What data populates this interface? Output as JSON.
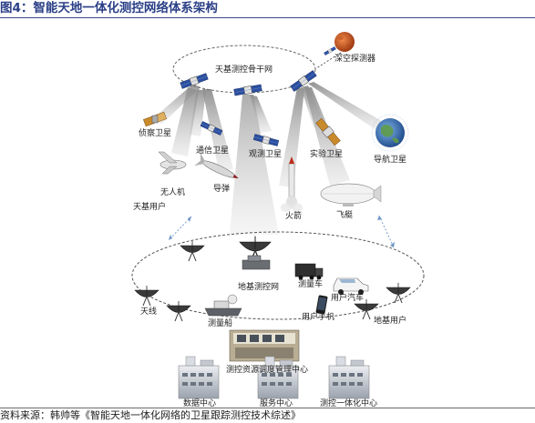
{
  "title": "图4：智能天地一体化测控网络体系架构",
  "source": "资料来源：韩帅等《智能天地一体化网络的卫星跟踪测控技术综述》",
  "labels": {
    "space_backbone": "天基测控骨干网",
    "deep_space": "深空探测器",
    "recon_sat": "侦察卫星",
    "comm_sat": "通信卫星",
    "obs_sat": "观测卫星",
    "exp_sat": "实验卫星",
    "nav_sat": "导航卫星",
    "uav": "无人机",
    "missile": "导弹",
    "rocket": "火箭",
    "airship": "飞艇",
    "space_users": "天基用户",
    "ground_network": "地基测控网",
    "survey_vehicle": "测量车",
    "user_car": "用户汽车",
    "antenna": "天线",
    "survey_ship": "测量船",
    "user_phone": "用户手机",
    "ground_users": "地基用户",
    "control_center": "测控资源调度管理中心",
    "data_center": "数据中心",
    "service_center": "服务中心",
    "integration_center": "测控一体化中心"
  },
  "colors": {
    "title_text": "#2a3f86",
    "beam": "#b9b9b9",
    "solar_panel": "#2b4fa0",
    "gold_panel": "#c98a2c"
  }
}
